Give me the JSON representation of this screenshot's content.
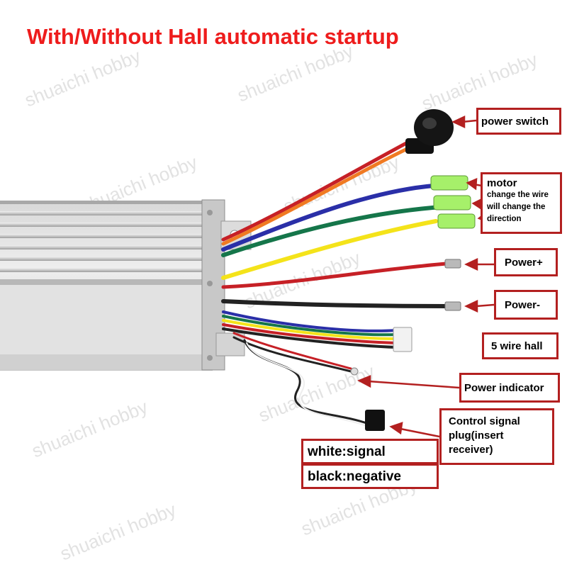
{
  "title": "With/Without Hall automatic startup",
  "watermark": "shuaichi hobby",
  "labels": {
    "power_switch": "power switch",
    "motor_heading": "motor",
    "motor_note": "change the wire will change the direction",
    "power_plus": "Power+",
    "power_minus": "Power-",
    "hall": "5 wire hall",
    "power_indicator": "Power indicator",
    "control_signal": "Control signal plug(insert receiver)",
    "white_signal": "white:signal",
    "black_negative": "black:negative"
  },
  "colors": {
    "title": "#ee1c1c",
    "label_border": "#b32020",
    "arrow": "#b32020",
    "wire_red": "#c62026",
    "wire_orange": "#f07a22",
    "wire_blue": "#2a2fa8",
    "wire_green": "#15764a",
    "wire_yellow": "#f4e31a",
    "wire_black": "#222222",
    "connector_green": "#a6f06a"
  }
}
